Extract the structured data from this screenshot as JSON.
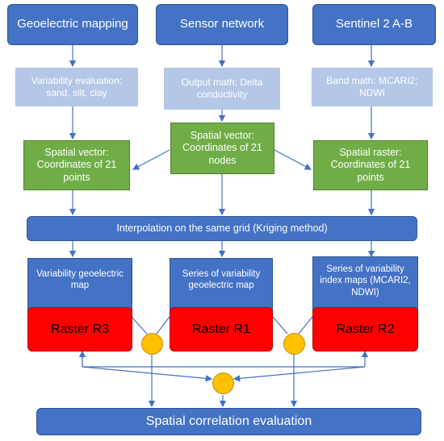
{
  "sources": {
    "geoelectric": "Geoelectric mapping",
    "sensor": "Sensor network",
    "sentinel": "Sentinel 2 A-B"
  },
  "processing": {
    "geoelectric": "Variability evaluation: sand, silt, clay",
    "sensor": "Output math: Delta conductivity",
    "sentinel": "Band math: MCARI2; NDWI"
  },
  "spatial": {
    "left": "Spatial vector: Coordinates of 21 points",
    "center": "Spatial vector: Coordinates of 21 nodes",
    "right": "Spatial raster: Coordinates of 21 points"
  },
  "interpolation": "Interpolation on the same grid (Kriging method)",
  "maps": {
    "left": "Variability geoelectric map",
    "center": "Series of variability geoelectric map",
    "right": "Series of variability index maps (MCARI2, NDWI)"
  },
  "rasters": {
    "left": "Raster R3",
    "center": "Raster R1",
    "right": "Raster R2"
  },
  "correlation": "Spatial correlation evaluation",
  "colors": {
    "blue": "#4472c4",
    "light_blue": "#b4c7e7",
    "green": "#70ad47",
    "red": "#ff0000",
    "gold": "#ffc000"
  }
}
